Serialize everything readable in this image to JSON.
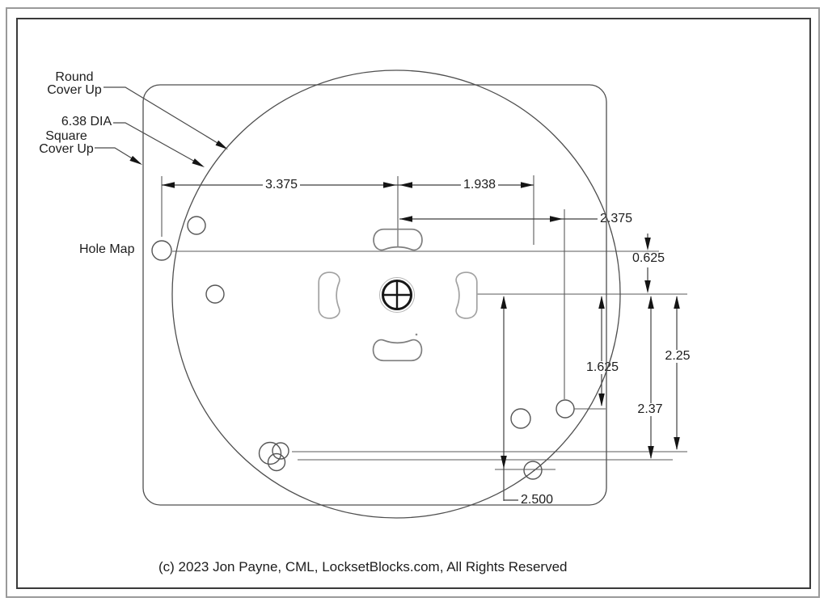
{
  "labels": {
    "round_line1": "Round",
    "round_line2": "Cover Up",
    "dia": "6.38 DIA",
    "square_line1": "Square",
    "square_line2": "Cover Up",
    "hole_map": "Hole Map"
  },
  "dims": {
    "left_span": "3.375",
    "right_span": "1.938",
    "right_offset": "2.375",
    "top_offset": "0.625",
    "lower_hole": "1.625",
    "right_line_a": "2.25",
    "right_line_b": "2.37",
    "bottom_hole": "2.500"
  },
  "footer": {
    "copyright": "(c) 2023 Jon Payne, CML, LocksetBlocks.com, All Rights Reserved"
  },
  "shapes": {
    "round_cover_diameter_in": "6.38",
    "line_color": "#4f4f4f",
    "crosshair_color": "#161616",
    "slot_color": "#9a9a9a"
  }
}
